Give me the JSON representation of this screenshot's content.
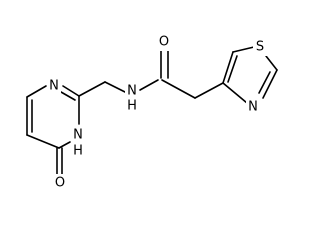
{
  "molecule": {
    "labels": {
      "o_ring": "O",
      "nh_ring": "H",
      "n_ring_a": "N",
      "n_ring_b": "N",
      "nh_amide": "N",
      "h_amide": "H",
      "o_amide": "O",
      "s_thiazole": "S",
      "n_thiazole": "N"
    },
    "colors": {
      "bond": "#000000",
      "text": "#000000",
      "background": "#ffffff"
    }
  }
}
